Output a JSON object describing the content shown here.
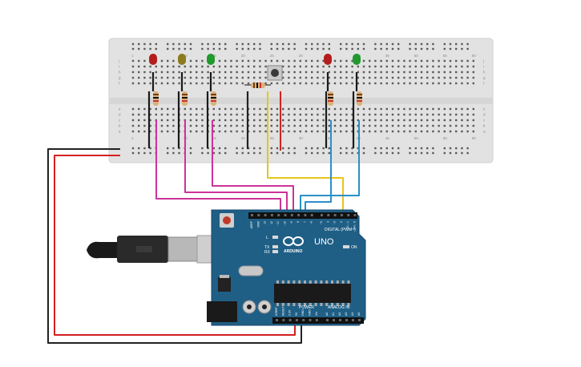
{
  "canvas": {
    "background": "#ffffff"
  },
  "breadboard": {
    "color": "#e6e6e6",
    "column_numbers_top": [
      "1",
      "5",
      "10",
      "15",
      "20",
      "25",
      "30",
      "35",
      "40",
      "45",
      "50",
      "55",
      "60"
    ],
    "column_numbers_bottom": [
      "1",
      "5",
      "10",
      "15",
      "20",
      "25",
      "30",
      "35",
      "40",
      "45",
      "50",
      "55",
      "60"
    ],
    "row_letters_top": [
      "j",
      "i",
      "h",
      "g",
      "f"
    ],
    "row_letters_bottom": [
      "e",
      "d",
      "c",
      "b",
      "a"
    ]
  },
  "components": {
    "leds": [
      {
        "name": "led-red-1",
        "color": "#b31d1d"
      },
      {
        "name": "led-yellow",
        "color": "#8c7a1e"
      },
      {
        "name": "led-green-1",
        "color": "#1f9a2e"
      },
      {
        "name": "led-red-2",
        "color": "#b31d1d"
      },
      {
        "name": "led-green-2",
        "color": "#1f9a2e"
      }
    ],
    "pushbutton": {
      "name": "pushbutton",
      "color": "#3a3a3a"
    },
    "resistor_count": 6
  },
  "wires": {
    "magenta": "#cc3399",
    "yellow": "#e6c619",
    "blue": "#2a90c8",
    "red": "#d42020",
    "black": "#222222"
  },
  "arduino": {
    "board_color": "#1f5f86",
    "brand": "ARDUINO",
    "model": "UNO",
    "digital_label": "DIGITAL (PWM~)",
    "power_label": "POWER",
    "analog_label": "ANALOG IN",
    "on_label": "ON",
    "tx_label": "TX",
    "rx_label": "RX",
    "l_label": "L",
    "digital_pins": [
      "AREF",
      "GND",
      "13",
      "12",
      "~11",
      "~10",
      "~9",
      "8",
      "7",
      "~6",
      "~5",
      "4",
      "~3",
      "2",
      "TX→1",
      "RX←0"
    ],
    "power_pins": [
      "IOREF",
      "RESET",
      "3.3V",
      "5V",
      "GND",
      "GND",
      "Vin"
    ],
    "analog_pins": [
      "A0",
      "A1",
      "A2",
      "A3",
      "A4",
      "A5"
    ]
  }
}
